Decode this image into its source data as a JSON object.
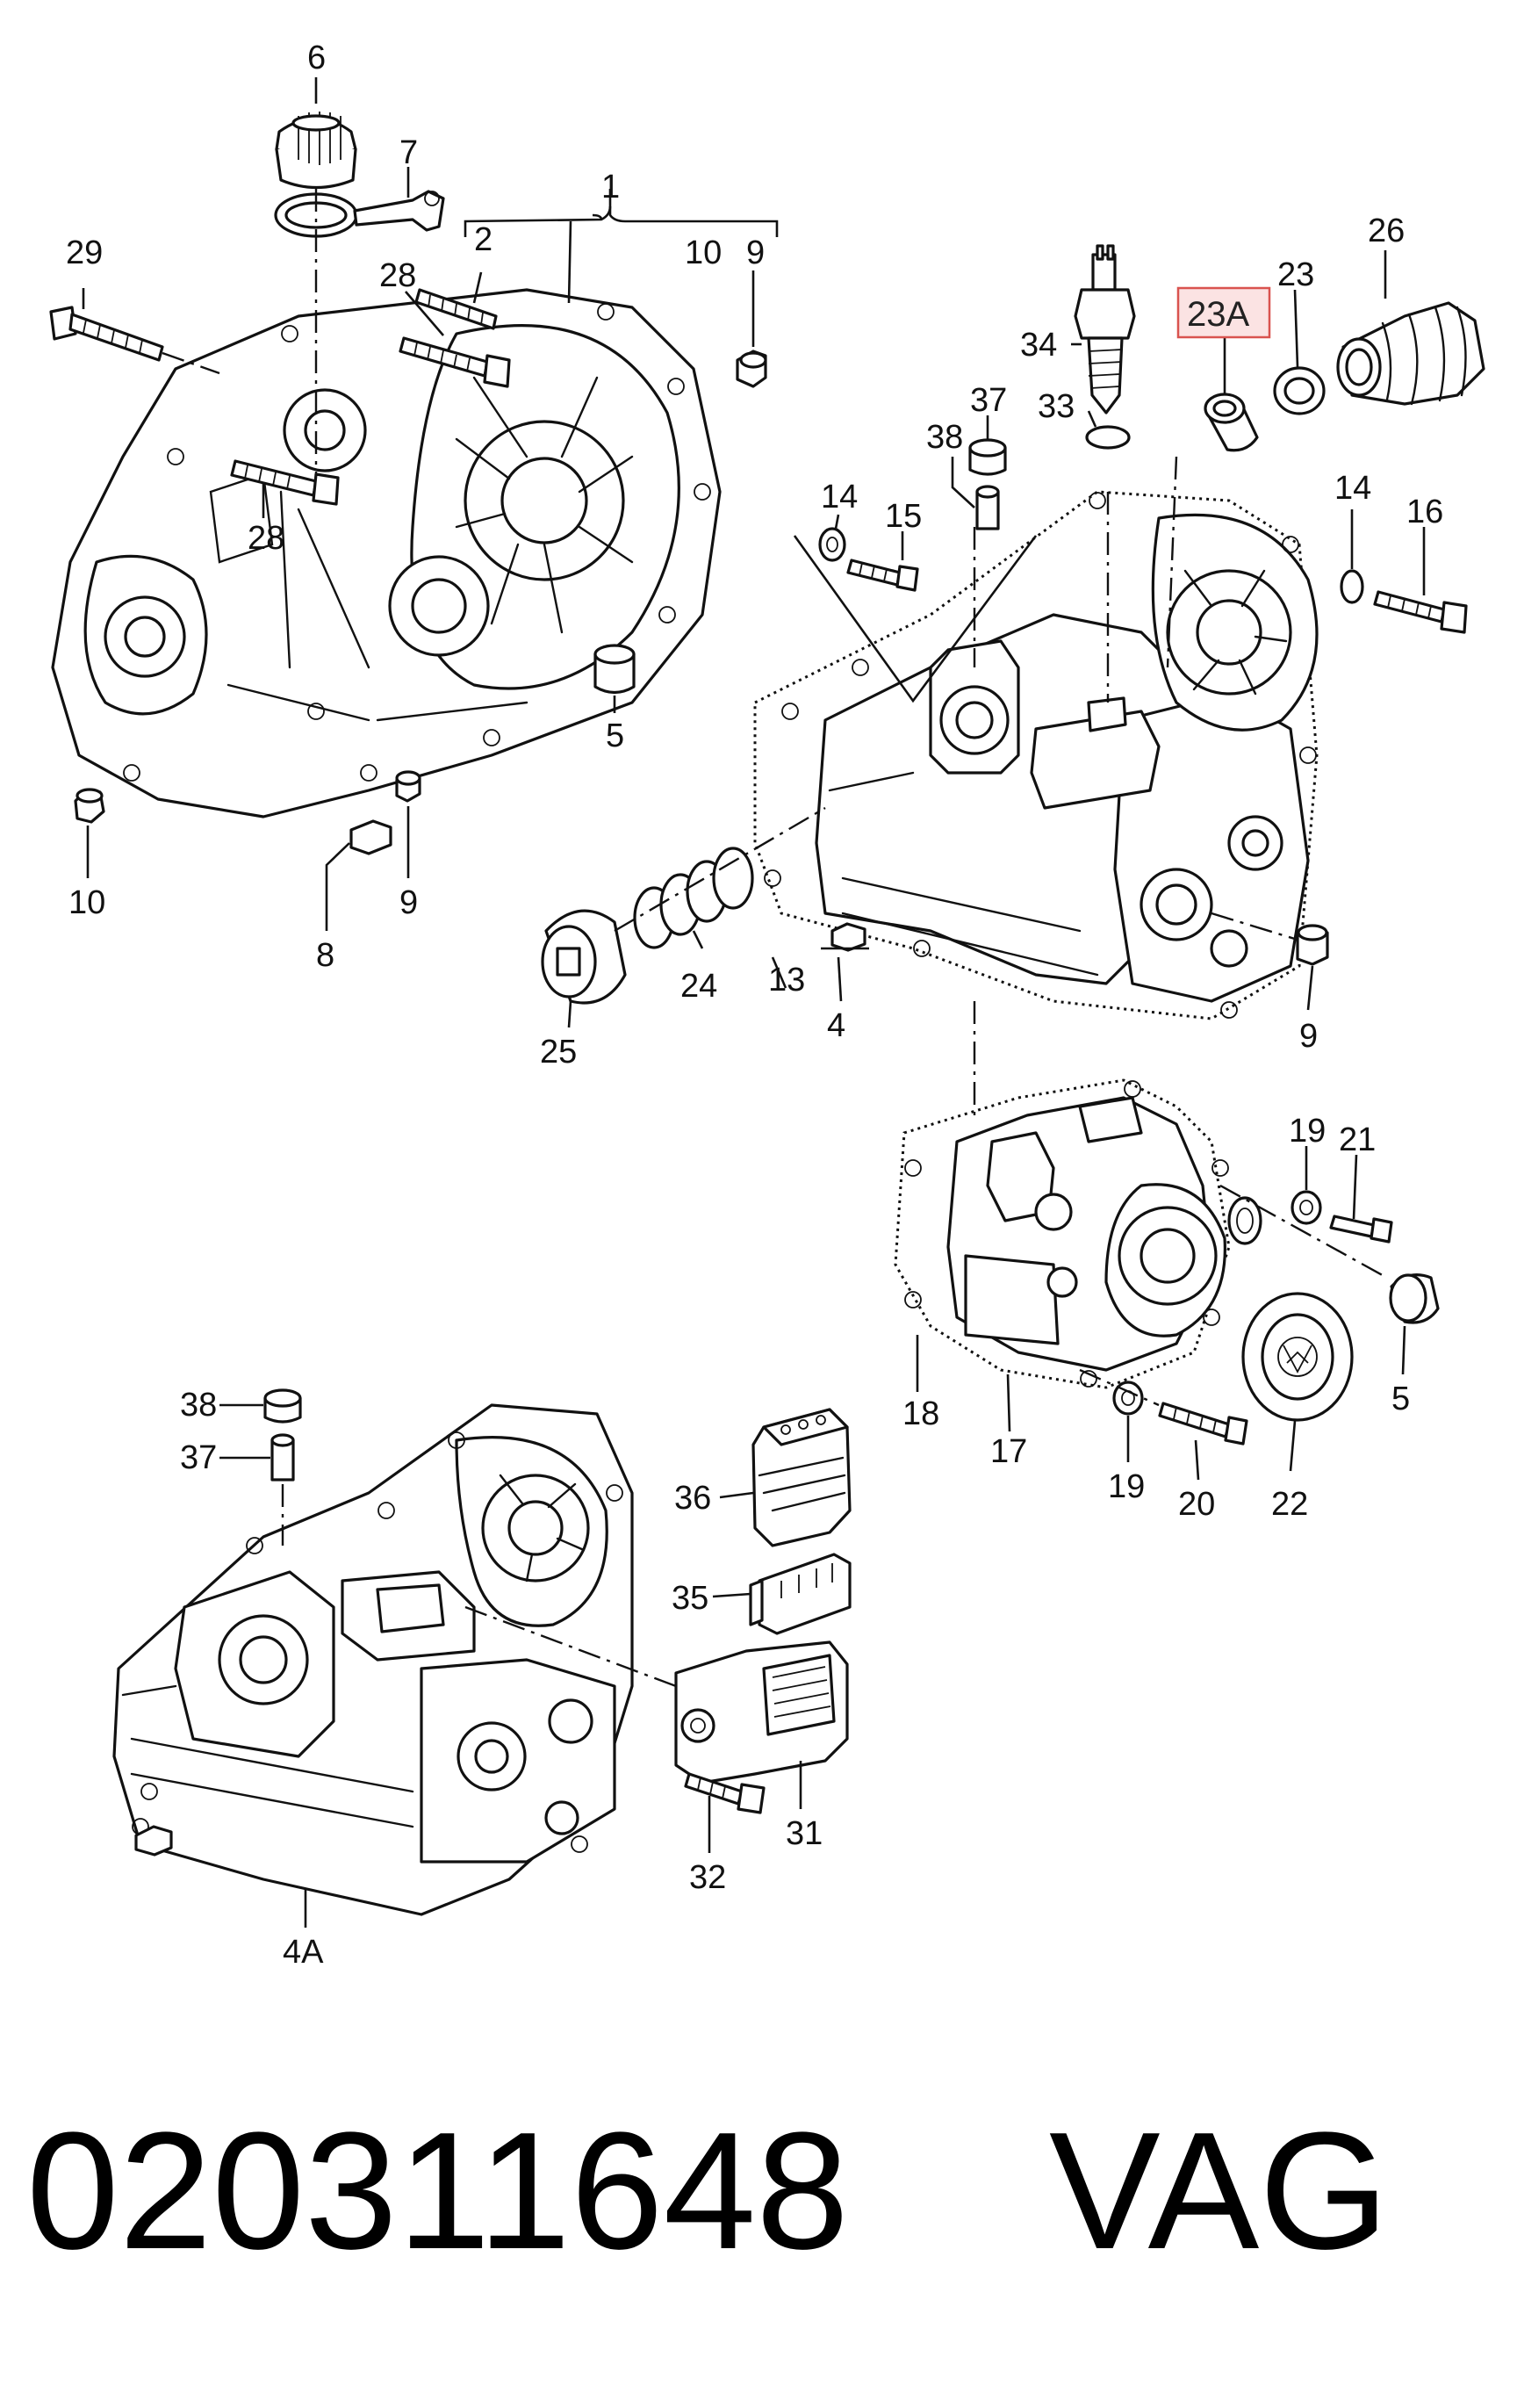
{
  "labels": {
    "n1": "1",
    "n2": "2",
    "n4": "4",
    "n4a": "4A",
    "n5a": "5",
    "n5b": "5",
    "n6": "6",
    "n7": "7",
    "n8": "8",
    "n9a": "9",
    "n9b": "9",
    "n9c": "9",
    "n10a": "10",
    "n10b": "10",
    "n13": "13",
    "n14a": "14",
    "n14b": "14",
    "n15": "15",
    "n16": "16",
    "n17": "17",
    "n18": "18",
    "n19a": "19",
    "n19b": "19",
    "n20": "20",
    "n21": "21",
    "n22": "22",
    "n23": "23",
    "n23a": "23A",
    "n24": "24",
    "n25": "25",
    "n26": "26",
    "n28a": "28",
    "n28b": "28",
    "n29": "29",
    "n31": "31",
    "n32": "32",
    "n33": "33",
    "n34": "34",
    "n35": "35",
    "n36": "36",
    "n37a": "37",
    "n37b": "37",
    "n38a": "38",
    "n38b": "38"
  },
  "footer": {
    "part_number": "020311648",
    "brand": "VAG"
  },
  "highlight": {
    "label_key": "n23a",
    "fill": "#fbe3e3",
    "stroke": "#d9534f"
  }
}
